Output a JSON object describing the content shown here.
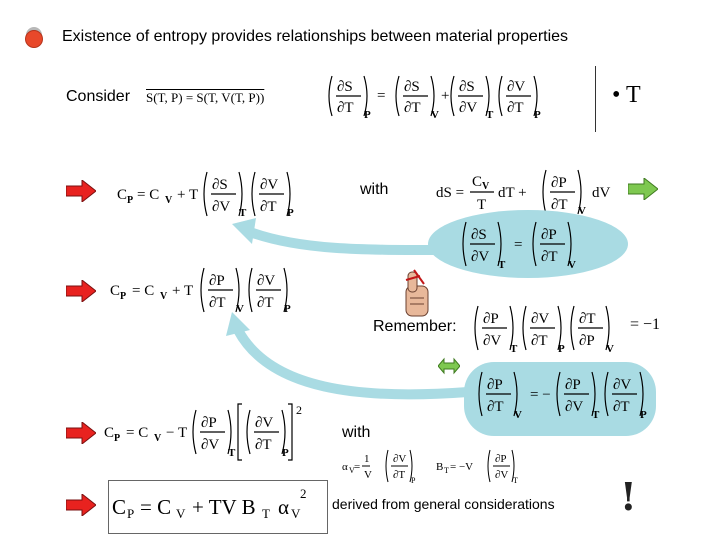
{
  "title": "Existence of entropy provides relationships between material properties",
  "labels": {
    "consider": "Consider",
    "with1": "with",
    "remember": "Remember:",
    "with2": "with",
    "derived": "derived from general considerations",
    "exclaim": "!"
  },
  "equations": {
    "s_of_tp": "S(T, P) = S(T, V(T, P))",
    "dot_t": "• T",
    "minus_one": "= −1"
  },
  "colors": {
    "arrow_red": "#e8221f",
    "arrow_green": "#7ec850",
    "bubble": "#a9dbe3",
    "curve": "#a9dbe3",
    "bullet": "#e8482a"
  },
  "icons": [
    "bullet-icon",
    "red-arrow-icon",
    "green-arrow-icon",
    "double-arrow-icon",
    "finger-string-icon"
  ]
}
